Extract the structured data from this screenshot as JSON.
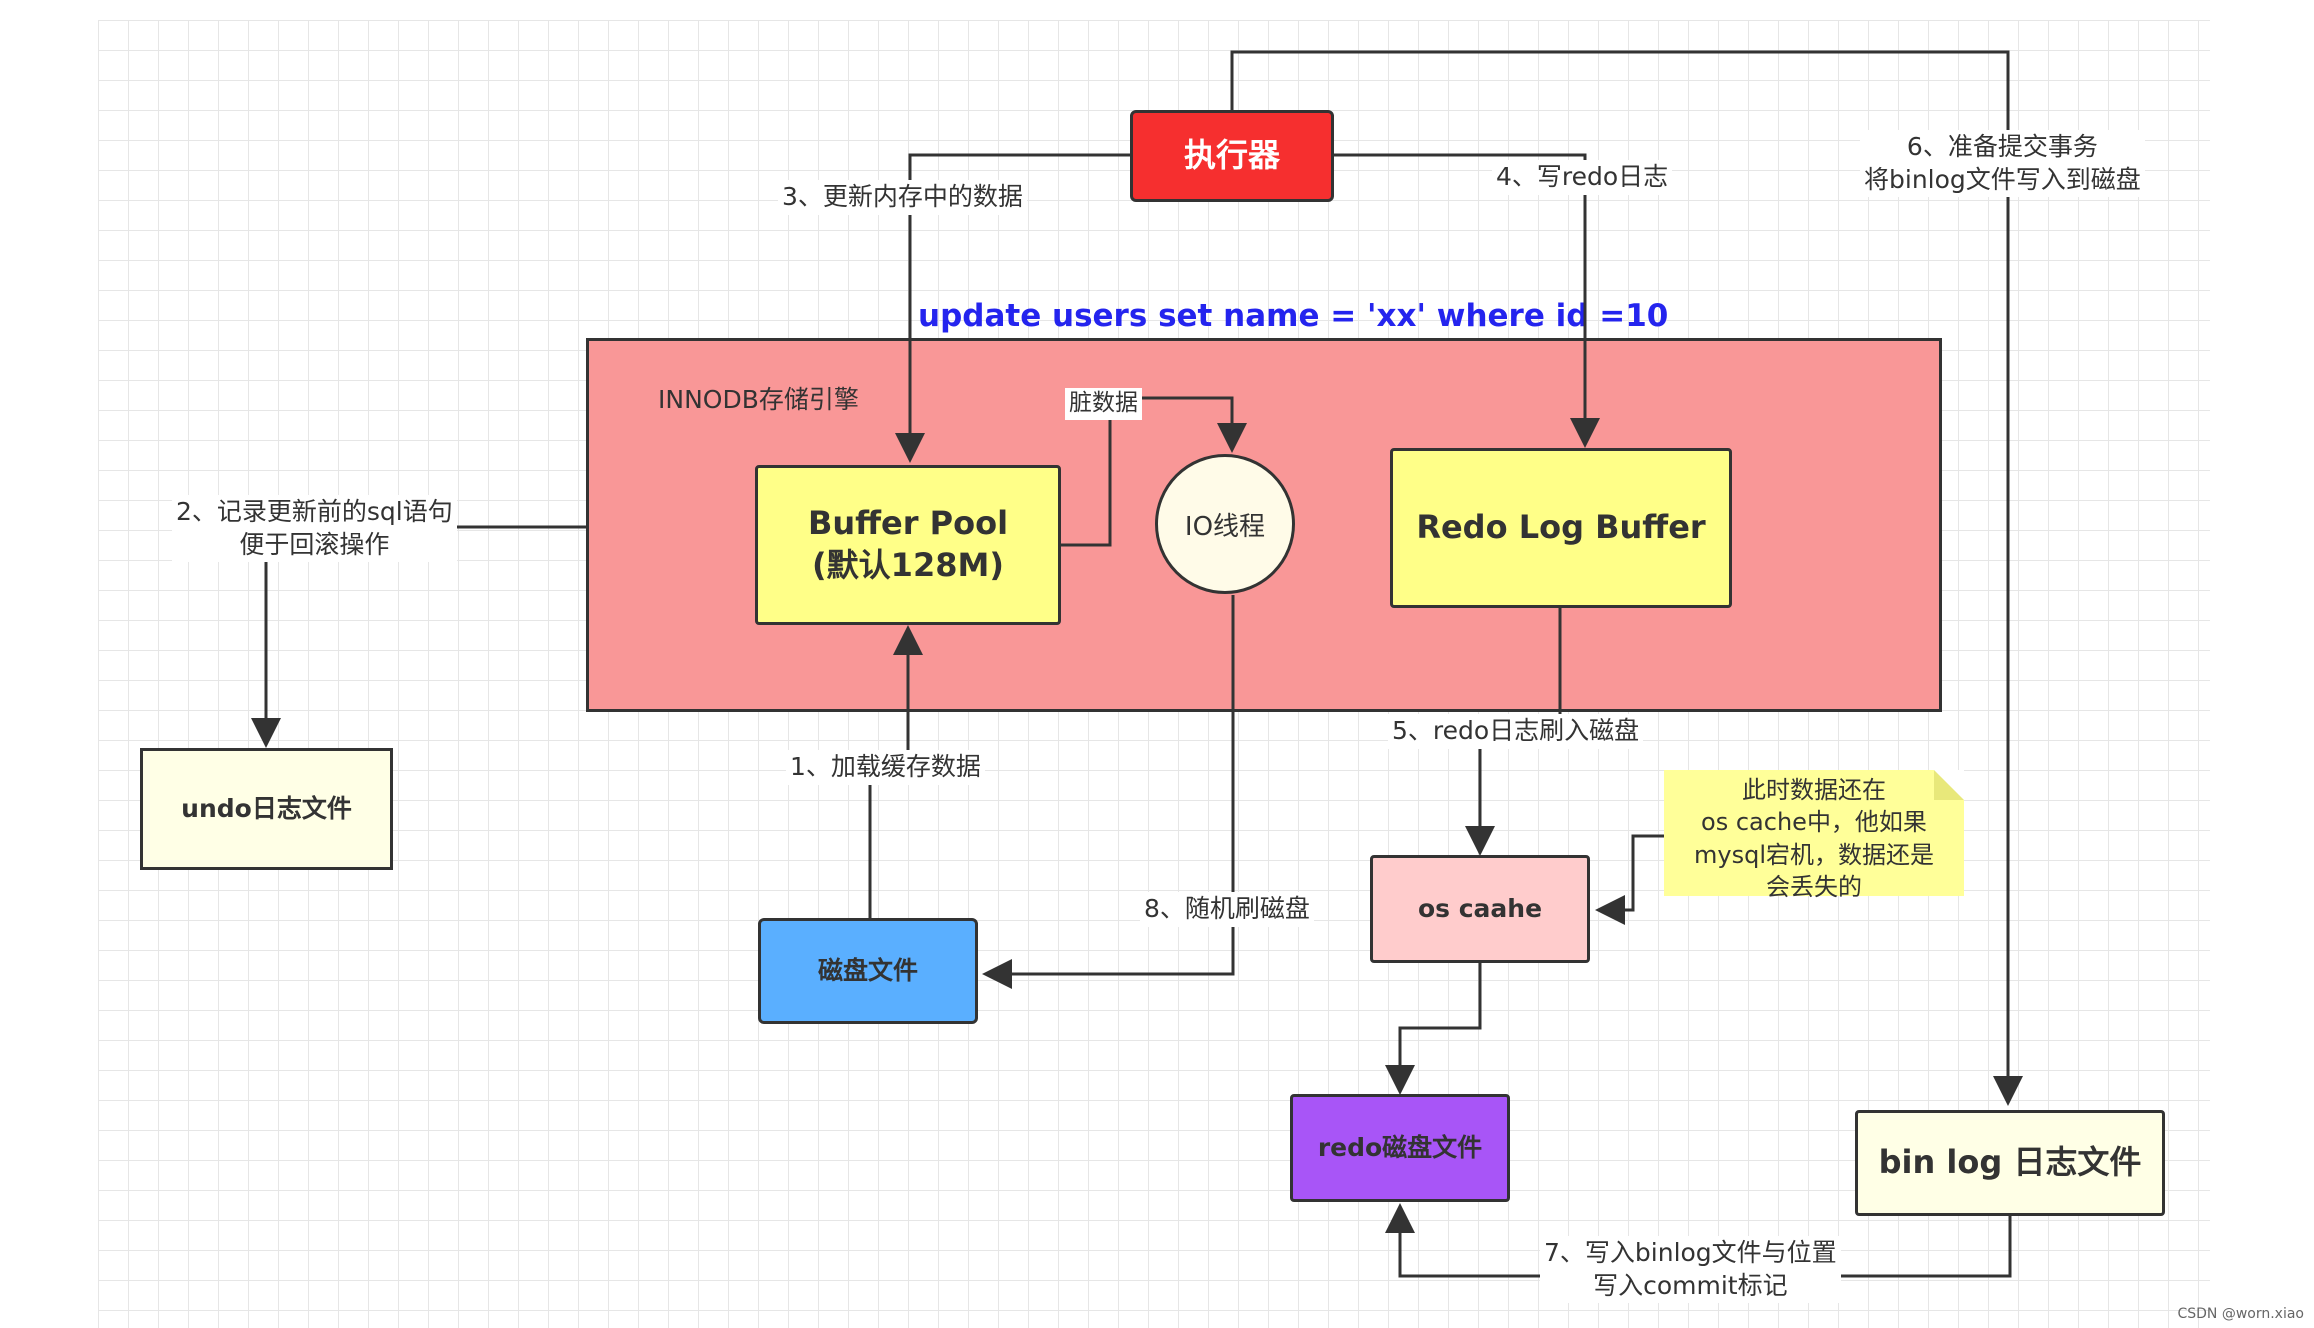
{
  "diagram": {
    "engine_title": "INNODB存储引擎",
    "sql_statement": "update users set name = 'xx' where id =10",
    "nodes": {
      "executor": "执行器",
      "buffer_pool_line1": "Buffer Pool",
      "buffer_pool_line2": "(默认128M)",
      "io_thread": "IO线程",
      "redo_log_buffer": "Redo Log Buffer",
      "undo_log_file": "undo日志文件",
      "disk_file": "磁盘文件",
      "os_cache": "os caahe",
      "redo_disk_file": "redo磁盘文件",
      "binlog_file": "bin log 日志文件"
    },
    "edges": {
      "step1": "1、加载缓存数据",
      "step2_line1": "2、记录更新前的sql语句",
      "step2_line2": "便于回滚操作",
      "step3": "3、更新内存中的数据",
      "step4": "4、写redo日志",
      "step5": "5、redo日志刷入磁盘",
      "step6_line1": "6、准备提交事务",
      "step6_line2": "将binlog文件写入到磁盘",
      "step7_line1": "7、写入binlog文件与位置",
      "step7_line2": "写入commit标记",
      "step8": "8、随机刷磁盘",
      "dirty_data": "脏数据"
    },
    "note_lines": [
      "此时数据还在",
      "os cache中，他如果",
      "mysql宕机，数据还是",
      "会丢失的"
    ],
    "watermark": "CSDN @worn.xiao",
    "colors": {
      "executor": "#f62f2f",
      "engine": "#f99797",
      "yellow_box": "#ffff88",
      "disk_file": "#5aafff",
      "os_cache": "#ffcccc",
      "redo_disk": "#a855f7",
      "pale_box": "#ffffe6",
      "note": "#ffff99",
      "sql_text": "#2424ee"
    }
  }
}
